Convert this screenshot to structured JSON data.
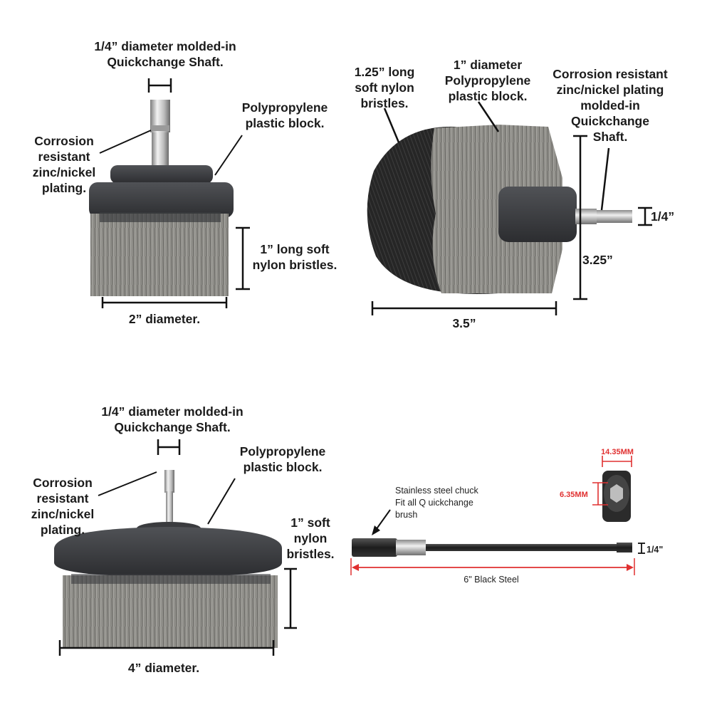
{
  "colors": {
    "block": "#3a3c3f",
    "block_dark": "#2a2b2d",
    "bristle_grey": "#8f8e89",
    "bristle_black": "#232323",
    "steel": "#c9c9c9",
    "dimension_line": "#111111",
    "red_dimension": "#e03030"
  },
  "brush_2in": {
    "shaft_label": [
      "1/4” diameter molded-in",
      "Quickchange Shaft."
    ],
    "corrosion_label": [
      "Corrosion",
      "resistant",
      "zinc/nickel",
      "plating."
    ],
    "block_label": [
      "Polypropylene",
      "plastic block."
    ],
    "bristle_label": [
      "1” long soft",
      "nylon bristles."
    ],
    "diameter_label": "2” diameter."
  },
  "brush_ball": {
    "bristle_label": [
      "1.25” long",
      "soft nylon",
      "bristles."
    ],
    "block_label": [
      "1” diameter",
      "Polypropylene",
      "plastic block."
    ],
    "shaft_label": [
      "Corrosion resistant",
      "zinc/nickel plating",
      "molded-in",
      "Quickchange",
      "Shaft."
    ],
    "shaft_dim": "1/4”",
    "height_dim": "3.25”",
    "width_dim": "3.5”"
  },
  "brush_4in": {
    "shaft_label": [
      "1/4” diameter molded-in",
      "Quickchange Shaft."
    ],
    "corrosion_label": [
      "Corrosion",
      "resistant",
      "zinc/nickel",
      "plating."
    ],
    "block_label": [
      "Polypropylene",
      "plastic block."
    ],
    "bristle_label": [
      "1” soft",
      "nylon",
      "bristles."
    ],
    "diameter_label": "4” diameter."
  },
  "extension": {
    "chuck_label": [
      "Stainless steel chuck",
      "Fit all Q uickchange",
      "brush"
    ],
    "length_label": "6\" Black Steel",
    "shaft_dim": "1/4\"",
    "outer_dim": "14.35MM",
    "inner_dim": "6.35MM"
  }
}
